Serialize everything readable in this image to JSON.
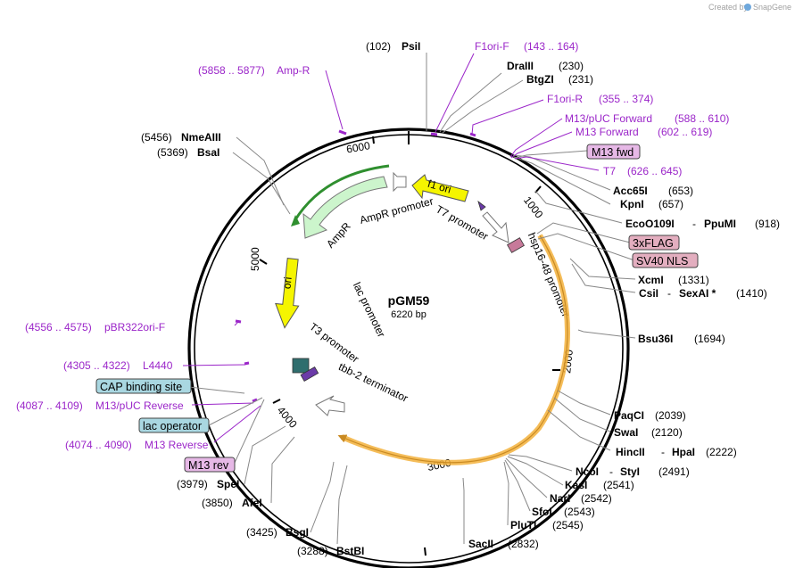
{
  "watermark": {
    "created_by": "Created by",
    "brand": "SnapGene"
  },
  "plasmid": {
    "name": "pGM59",
    "size": "6220 bp"
  },
  "ticks": [
    "1000",
    "2000",
    "3000",
    "4000",
    "5000",
    "6000"
  ],
  "enzymes": {
    "psii": {
      "pos": "(102)",
      "name": "PsiI"
    },
    "draiii": {
      "name": "DraIII",
      "pos": "(230)"
    },
    "btgzi": {
      "name": "BtgZI",
      "pos": "(231)"
    },
    "acc65i": {
      "name": "Acc65I",
      "pos": "(653)"
    },
    "kpni": {
      "name": "KpnI",
      "pos": "(657)"
    },
    "eco0109i": {
      "name": "EcoO109I",
      "sep": "-",
      "name2": "PpuMI",
      "pos": "(918)"
    },
    "xcmi": {
      "name": "XcmI",
      "pos": "(1331)"
    },
    "csii": {
      "name": "CsiI",
      "sep": "-",
      "name2": "SexAI *",
      "pos": "(1410)"
    },
    "bsu36i": {
      "name": "Bsu36I",
      "pos": "(1694)"
    },
    "paqci": {
      "name": "PaqCI",
      "pos": "(2039)"
    },
    "swai": {
      "name": "SwaI",
      "pos": "(2120)"
    },
    "hincii": {
      "name": "HincII",
      "sep": "-",
      "name2": "HpaI",
      "pos": "(2222)"
    },
    "ncoi": {
      "name": "NcoI",
      "sep": "-",
      "name2": "StyI",
      "pos": "(2491)"
    },
    "kasi": {
      "name": "KasI",
      "pos": "(2541)"
    },
    "nari": {
      "name": "NarI",
      "pos": "(2542)"
    },
    "sfoi": {
      "name": "SfoI",
      "pos": "(2543)"
    },
    "pluti": {
      "name": "PluTI",
      "pos": "(2545)"
    },
    "sacii": {
      "name": "SacII",
      "pos": "(2832)"
    },
    "bstbi": {
      "pos": "(3288)",
      "name": "BstBI"
    },
    "bsgi": {
      "pos": "(3425)",
      "name": "BsgI"
    },
    "afei": {
      "pos": "(3850)",
      "name": "AfeI"
    },
    "spei": {
      "pos": "(3979)",
      "name": "SpeI"
    },
    "bsai": {
      "pos": "(5369)",
      "name": "BsaI"
    },
    "nmeaiii": {
      "pos": "(5456)",
      "name": "NmeAIII"
    }
  },
  "primers": {
    "f1ori_f": {
      "name": "F1ori-F",
      "range": "(143 .. 164)"
    },
    "f1ori_r": {
      "name": "F1ori-R",
      "range": "(355 .. 374)"
    },
    "m13_puc_fwd": {
      "name": "M13/pUC Forward",
      "range": "(588 .. 610)"
    },
    "m13_fwd": {
      "name": "M13 Forward",
      "range": "(602 .. 619)"
    },
    "t7": {
      "name": "T7",
      "range": "(626 .. 645)"
    },
    "amp_r": {
      "range": "(5858 .. 5877)",
      "name": "Amp-R"
    },
    "pbr322ori_f": {
      "range": "(4556 .. 4575)",
      "name": "pBR322ori-F"
    },
    "l4440": {
      "range": "(4305 .. 4322)",
      "name": "L4440"
    },
    "m13_puc_rev": {
      "range": "(4087 .. 4109)",
      "name": "M13/pUC Reverse"
    },
    "m13_rev_primer": {
      "range": "(4074 .. 4090)",
      "name": "M13 Reverse"
    }
  },
  "boxes": {
    "m13_fwd": "M13 fwd",
    "flag3x": "3xFLAG",
    "sv40_nls": "SV40 NLS",
    "cap_site": "CAP binding site",
    "lac_operator": "lac operator",
    "m13_rev": "M13 rev"
  },
  "features": {
    "f1_ori": "f1 ori",
    "ori": "ori",
    "ampr": "AmpR",
    "ampr_promoter": "AmpR promoter",
    "t7_promoter": "T7 promoter",
    "hsp16_promoter": "hsp16-48 promoter",
    "lac_promoter": "lac promoter",
    "t3_promoter": "T3 promoter",
    "tbb2_terminator": "tbb-2 terminator"
  },
  "colors": {
    "primer": "#9b26c9",
    "f1_ori": "#f5f500",
    "ampr": "#ccf5cc",
    "orf_outline": "#f3b23c",
    "m13_box": "#e6b8e6",
    "flag_box": "#e3aebf",
    "cap_box": "#a9d7e1"
  }
}
